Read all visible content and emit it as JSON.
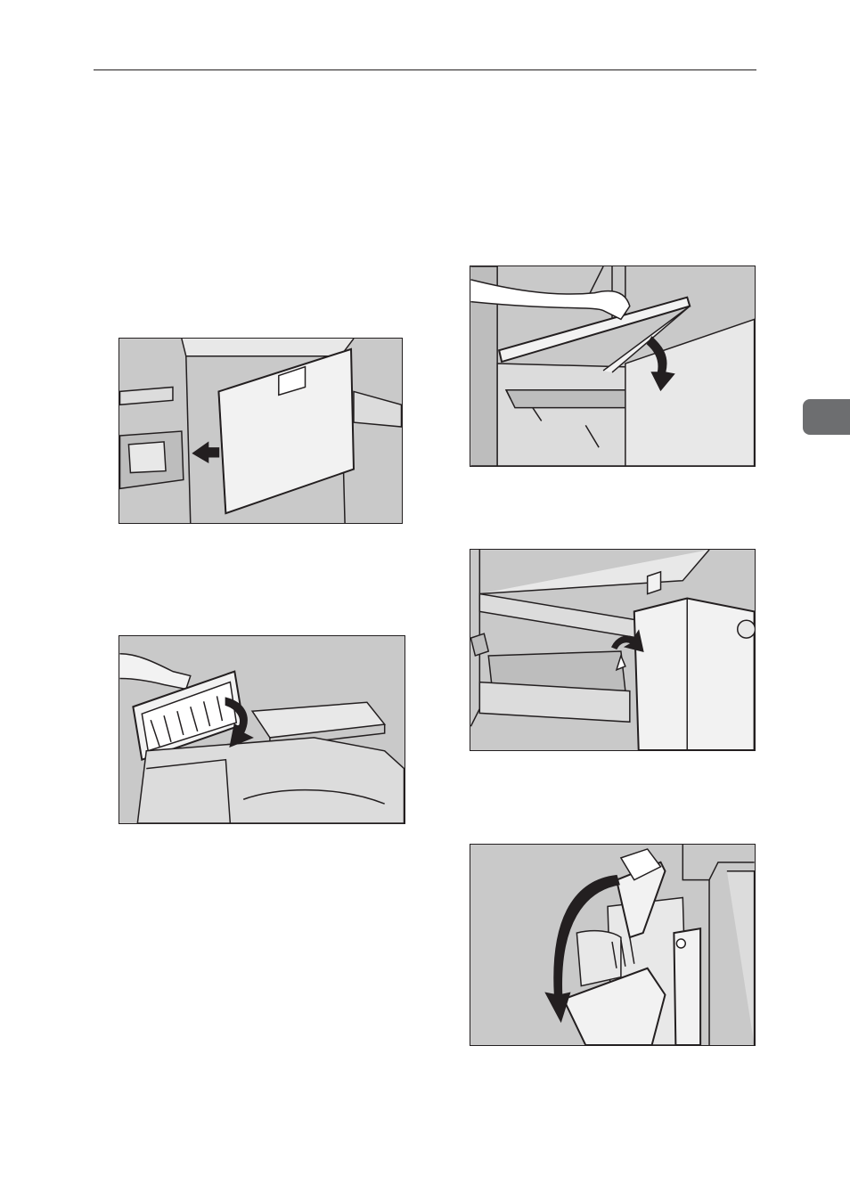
{
  "page": {
    "background": "#ffffff",
    "tab_color": "#6d6e70",
    "figure_background": "#c9c9c9",
    "line_color": "#231f20"
  },
  "figures": [
    {
      "id": "fig1",
      "subject": "front-cover-open-icon"
    },
    {
      "id": "fig2",
      "subject": "adf-cover-close-icon"
    },
    {
      "id": "fig3",
      "subject": "side-cover-lower-icon"
    },
    {
      "id": "fig4",
      "subject": "lever-turn-icon"
    },
    {
      "id": "fig5",
      "subject": "guide-plate-return-icon"
    }
  ]
}
